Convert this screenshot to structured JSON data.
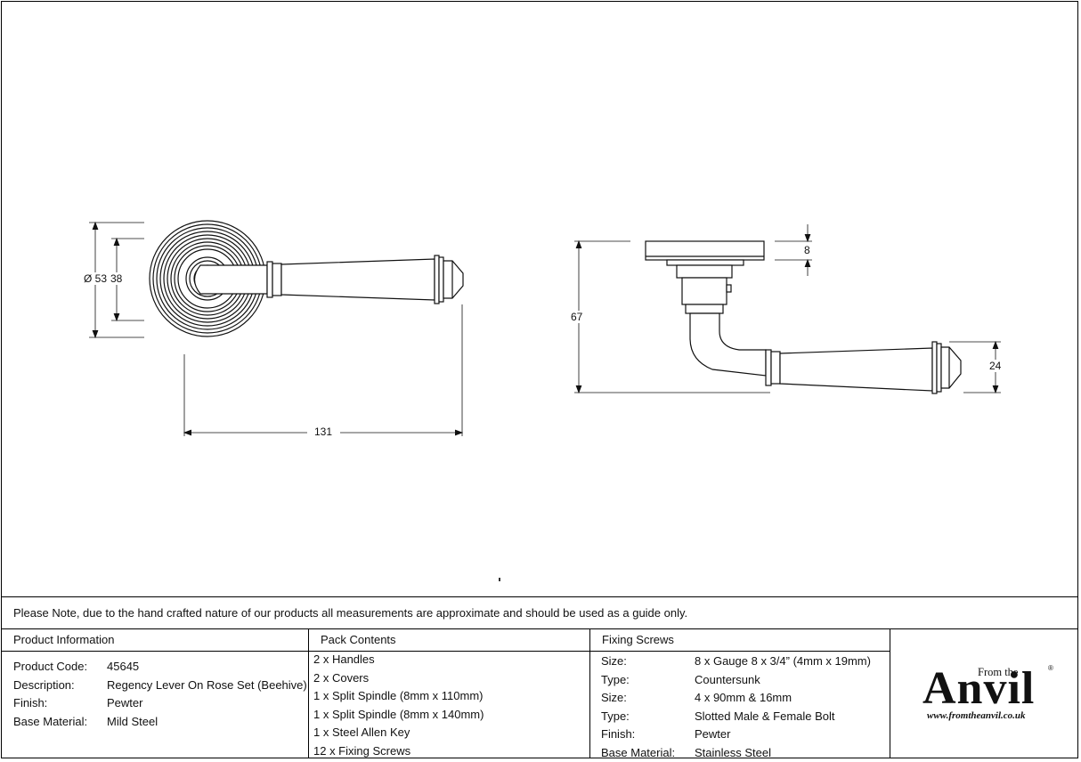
{
  "dimensions": {
    "rose_outer_diameter": "Ø 53",
    "rose_inner_diameter": "38",
    "overall_length": "131",
    "cover_thickness": "8",
    "overall_projection": "67",
    "lever_tip_height": "24"
  },
  "note": "Please Note, due to the hand crafted nature of our products all measurements are approximate and should be used as a guide only.",
  "product_information": {
    "heading": "Product Information",
    "rows": [
      {
        "label": "Product Code:",
        "value": "45645"
      },
      {
        "label": "Description:",
        "value": "Regency Lever On Rose Set (Beehive)"
      },
      {
        "label": "Finish:",
        "value": "Pewter"
      },
      {
        "label": "Base Material:",
        "value": "Mild Steel"
      }
    ]
  },
  "pack_contents": {
    "heading": "Pack Contents",
    "items": [
      "2 x Handles",
      "2 x Covers",
      "1 x Split Spindle (8mm x 110mm)",
      "1 x Split Spindle (8mm x 140mm)",
      "1 x Steel Allen Key",
      "12 x Fixing Screws"
    ]
  },
  "fixing_screws": {
    "heading": "Fixing Screws",
    "rows": [
      {
        "label": "Size:",
        "value": "8 x Gauge 8 x 3/4” (4mm x 19mm)"
      },
      {
        "label": "Type:",
        "value": "Countersunk"
      },
      {
        "label": "Size:",
        "value": "4 x 90mm & 16mm"
      },
      {
        "label": "Type:",
        "value": "Slotted Male & Female Bolt"
      },
      {
        "label": "Finish:",
        "value": "Pewter"
      },
      {
        "label": "Base Material:",
        "value": "Stainless Steel"
      }
    ]
  },
  "logo": {
    "from_the": "From the",
    "word": "Anvil",
    "registered": "®",
    "url": "www.fromtheanvil.co.uk"
  }
}
